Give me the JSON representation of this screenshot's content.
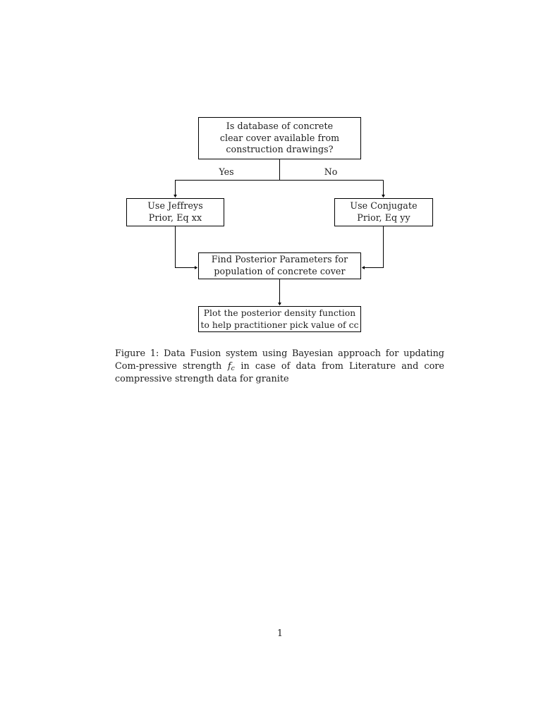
{
  "document": {
    "page_number": "1"
  },
  "figure": {
    "nodes": {
      "question": {
        "line1": "Is database of concrete",
        "line2": "clear cover available from",
        "line3": "construction drawings?"
      },
      "jeffreys": {
        "line1": "Use Jeffreys",
        "line2": "Prior, Eq xx"
      },
      "conjugate": {
        "line1": "Use Conjugate",
        "line2": "Prior, Eq yy"
      },
      "posterior": {
        "line1": "Find Posterior Parameters for",
        "line2": "population of concrete cover"
      },
      "plot": {
        "line1": "Plot the posterior density function",
        "line2": "to help practitioner pick value of cc"
      }
    },
    "edge_labels": {
      "yes": "Yes",
      "no": "No"
    },
    "stroke_color": "#000000",
    "background_color": "#ffffff"
  },
  "caption": {
    "label": "Figure 1:",
    "text_part1": "Data Fusion system using Bayesian approach for updating Com-pressive strength",
    "math_symbol": "f",
    "math_subscript": "c",
    "text_part2": "in case of data from Literature and core compressive strength data for granite",
    "full_text": "Figure 1: Data Fusion system using Bayesian approach for updating Compressive strength f_c in case of data from Literature and core compressive strength data for granite"
  }
}
